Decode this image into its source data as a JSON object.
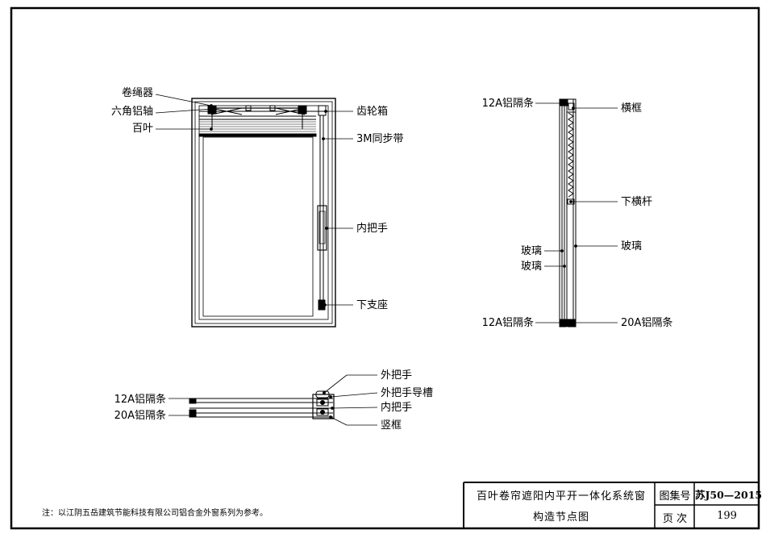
{
  "front_view": {
    "left_labels": {
      "rope_winder": "卷绳器",
      "hex_shaft": "六角铝轴",
      "louver": "百叶"
    },
    "right_labels": {
      "gear_box": "齿轮箱",
      "sync_belt": "3M同步带",
      "inner_handle": "内把手",
      "lower_support": "下支座"
    }
  },
  "section_view": {
    "spacer_top_left": "12A铝隔条",
    "transom": "横框",
    "bottom_bar": "下横杆",
    "glass_left_1": "玻璃",
    "glass_left_2": "玻璃",
    "glass_right": "玻璃",
    "spacer_bottom_left": "12A铝隔条",
    "spacer_bottom_right": "20A铝隔条"
  },
  "plan_view": {
    "outer_handle": "外把手",
    "outer_handle_slot": "外把手导槽",
    "inner_handle": "内把手",
    "mullion": "竖框",
    "spacer_12a": "12A铝隔条",
    "spacer_20a": "20A铝隔条"
  },
  "note": "注：以江阴五岳建筑节能科技有限公司铝合金外窗系列为参考。",
  "title_block": {
    "title_line1": "百叶卷帘遮阳内平开一体化系统窗",
    "title_line2": "构造节点图",
    "atlas_label": "图集号",
    "atlas_number": "苏J50—2015",
    "page_label": "页  次",
    "page_number": "199"
  }
}
